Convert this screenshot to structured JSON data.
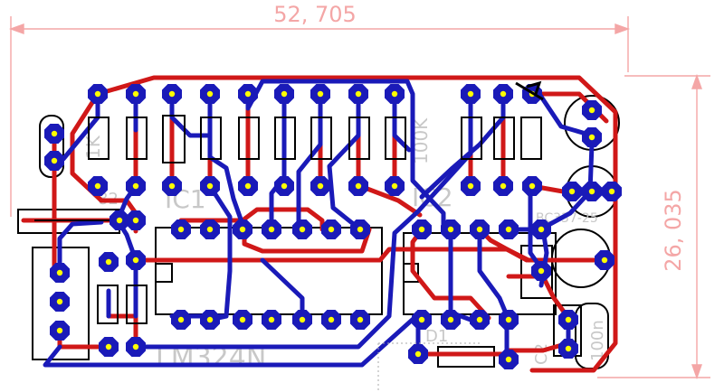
{
  "board": {
    "width_label": "52, 705",
    "height_label": "26, 035",
    "colors": {
      "top_copper": "#d01818",
      "bottom_copper": "#1a1ab8",
      "pad": "#1a1ab8",
      "drill": "#ffff00",
      "outline": "#000000",
      "dimension": "#f4a6a6",
      "silkscreen": "#c8c8c8"
    },
    "silk_labels": {
      "ic1": "IC1",
      "ic2": "IC2",
      "opamp": "LM324N",
      "transistor": "BC337-25",
      "r_100k": "100K",
      "r_1k": "1K",
      "c2": "C2",
      "cap_val": "100n",
      "d1": "D1",
      "r_val": "82"
    }
  }
}
